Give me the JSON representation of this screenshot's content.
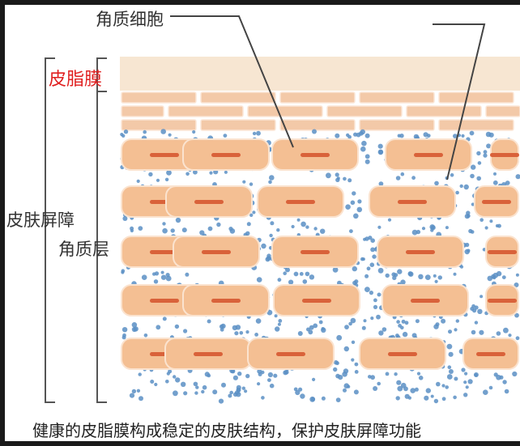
{
  "labels": {
    "corneocyte": "角质细胞",
    "sebum_film": "皮脂膜",
    "skin_barrier": "皮肤屏障",
    "stratum_corneum": "角质层"
  },
  "caption": "健康的皮脂膜构成稳定的皮肤结构，保护皮肤屏障功能",
  "colors": {
    "sebum_layer": "#f7e6d2",
    "top_bricks": "#f3c9a8",
    "cell_fill": "#f4bf93",
    "cell_core": "#d9623a",
    "lipid_dots": "#5b8fc4",
    "label_red": "#e02020",
    "frame": "#1a1a1a"
  }
}
